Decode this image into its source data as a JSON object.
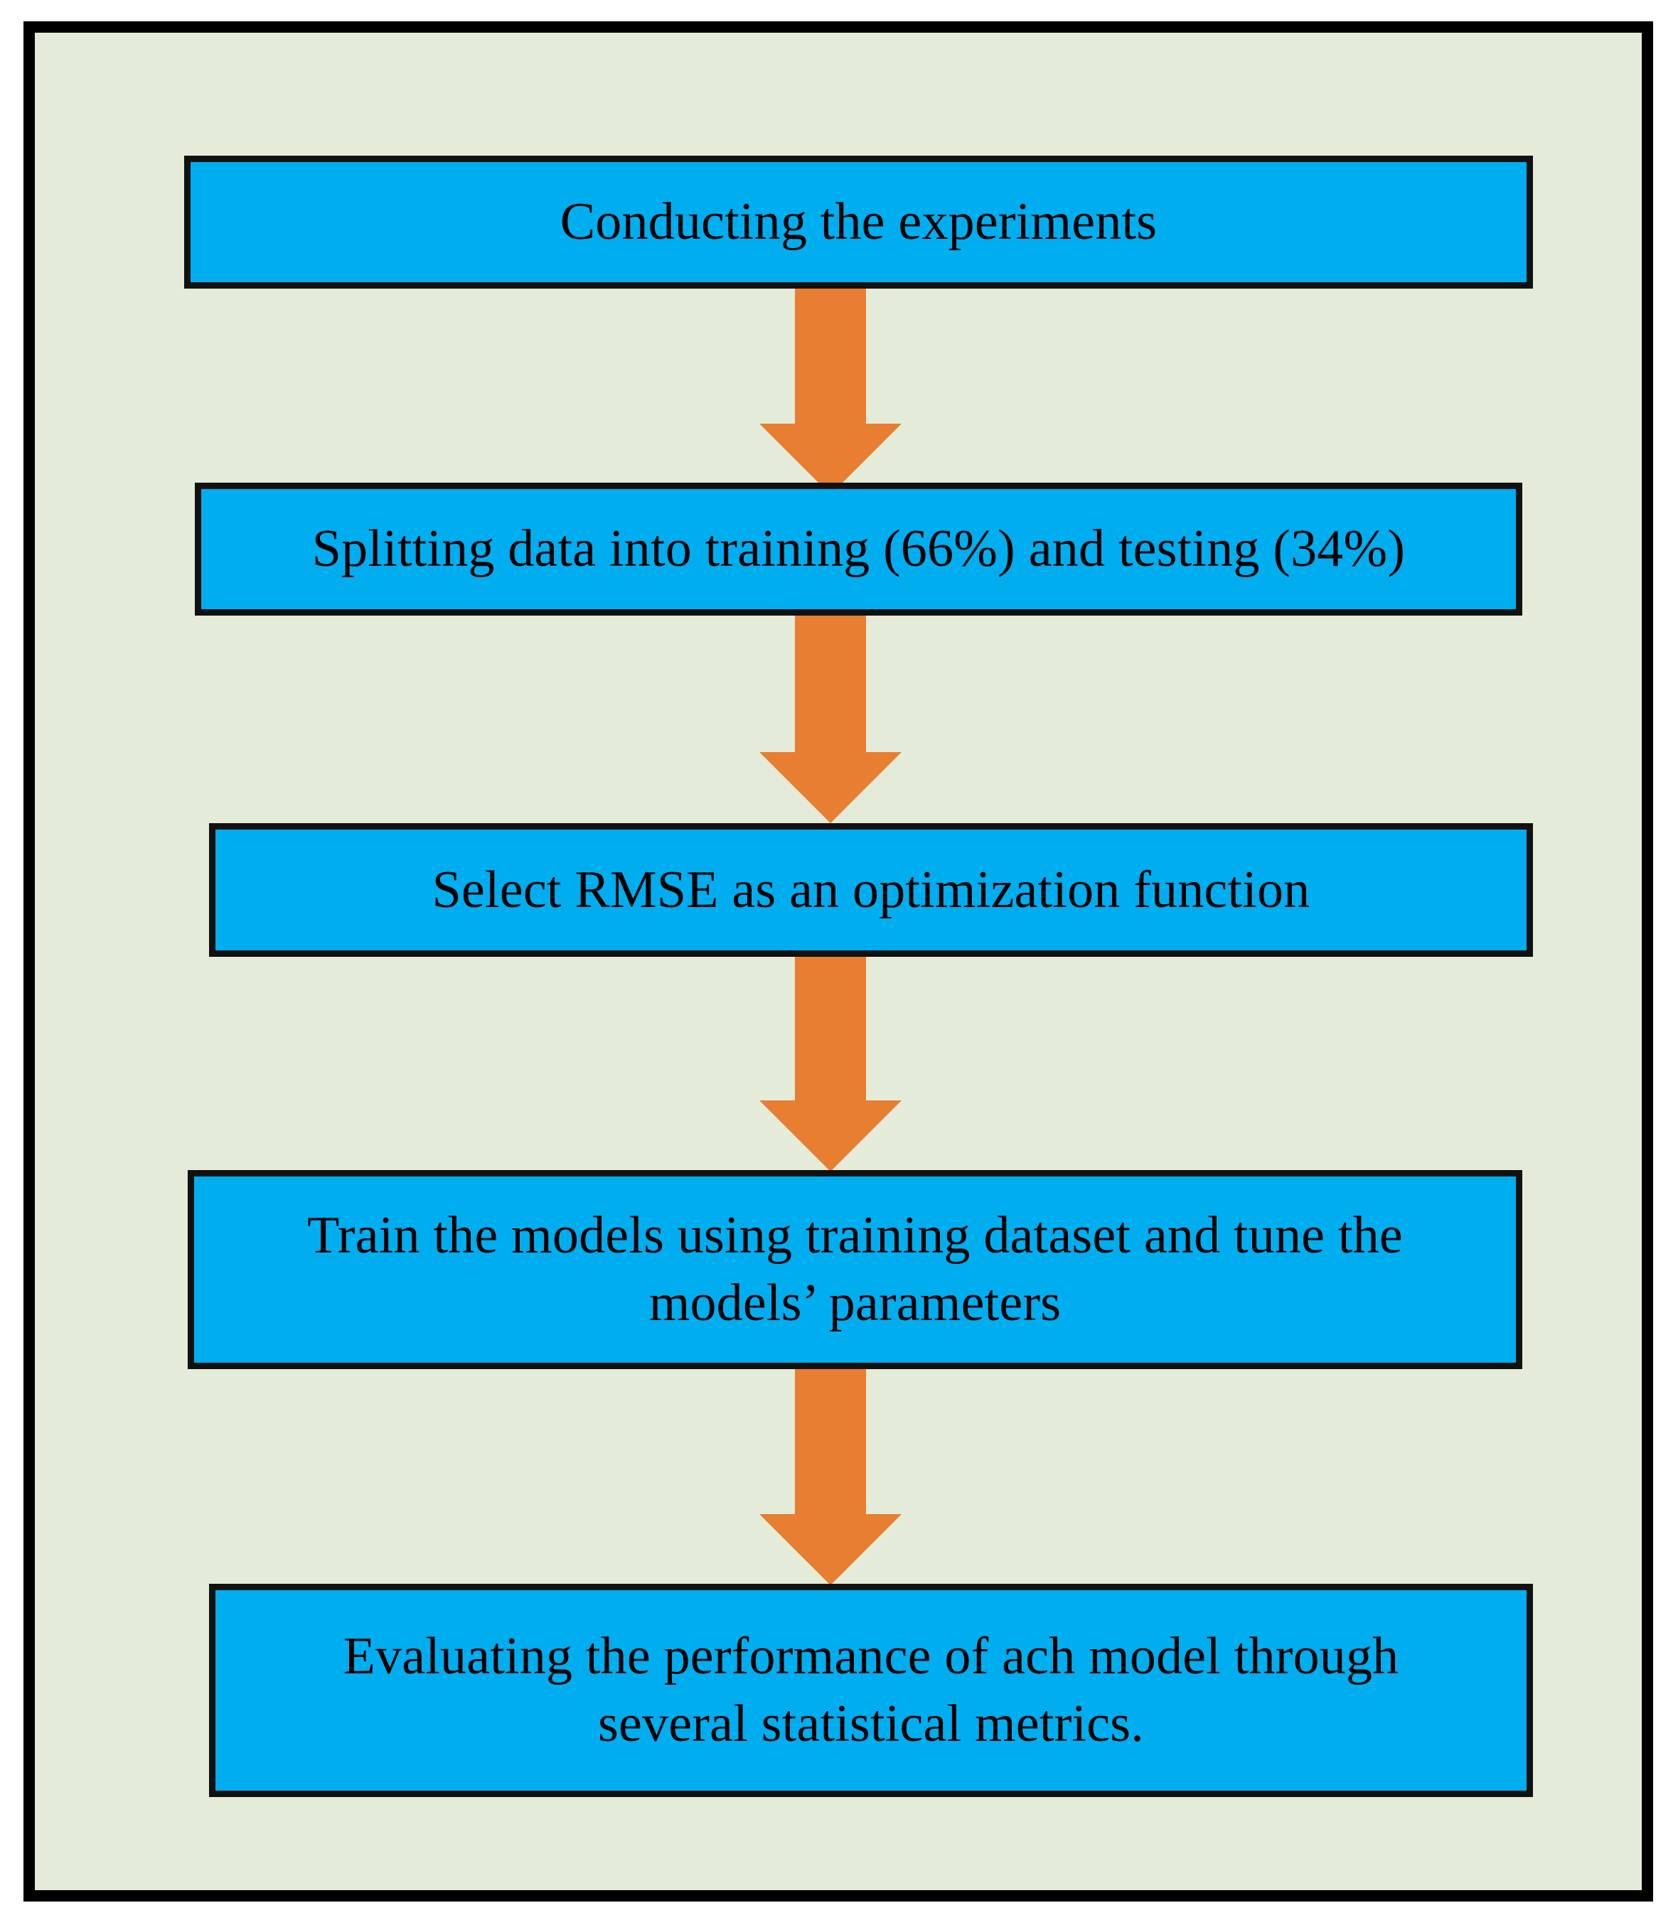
{
  "figure": {
    "type": "flowchart",
    "orientation": "top-to-bottom",
    "frame": {
      "border_color": "#000000",
      "background_color": "#e4ecd9"
    },
    "node_style": {
      "fill_color": "#00adef",
      "border_color": "#111111",
      "text_color": "#000000"
    },
    "arrow_style": {
      "fill_color": "#e87e31",
      "shape": "block-arrow-down"
    }
  },
  "nodes": [
    {
      "id": "step-1",
      "name": "conducting-the-experiments",
      "label": "Conducting the experiments"
    },
    {
      "id": "step-2",
      "name": "splitting-data",
      "label": "Splitting  data into training (66%) and testing (34%)"
    },
    {
      "id": "step-3",
      "name": "select-rmse",
      "label": "Select RMSE as an optimization function"
    },
    {
      "id": "step-4",
      "name": "train-models",
      "line1": "Train  the models using training  dataset and tune the",
      "line2": "models’ parameters"
    },
    {
      "id": "step-5",
      "name": "evaluate-performance",
      "line1": "Evaluating  the performance of ach model through",
      "line2": "several statistical metrics."
    }
  ],
  "connectors": [
    {
      "id": "arrow-1",
      "from": "step-1",
      "to": "step-2",
      "direction": "down"
    },
    {
      "id": "arrow-2",
      "from": "step-2",
      "to": "step-3",
      "direction": "down"
    },
    {
      "id": "arrow-3",
      "from": "step-3",
      "to": "step-4",
      "direction": "down"
    },
    {
      "id": "arrow-4",
      "from": "step-4",
      "to": "step-5",
      "direction": "down"
    }
  ]
}
